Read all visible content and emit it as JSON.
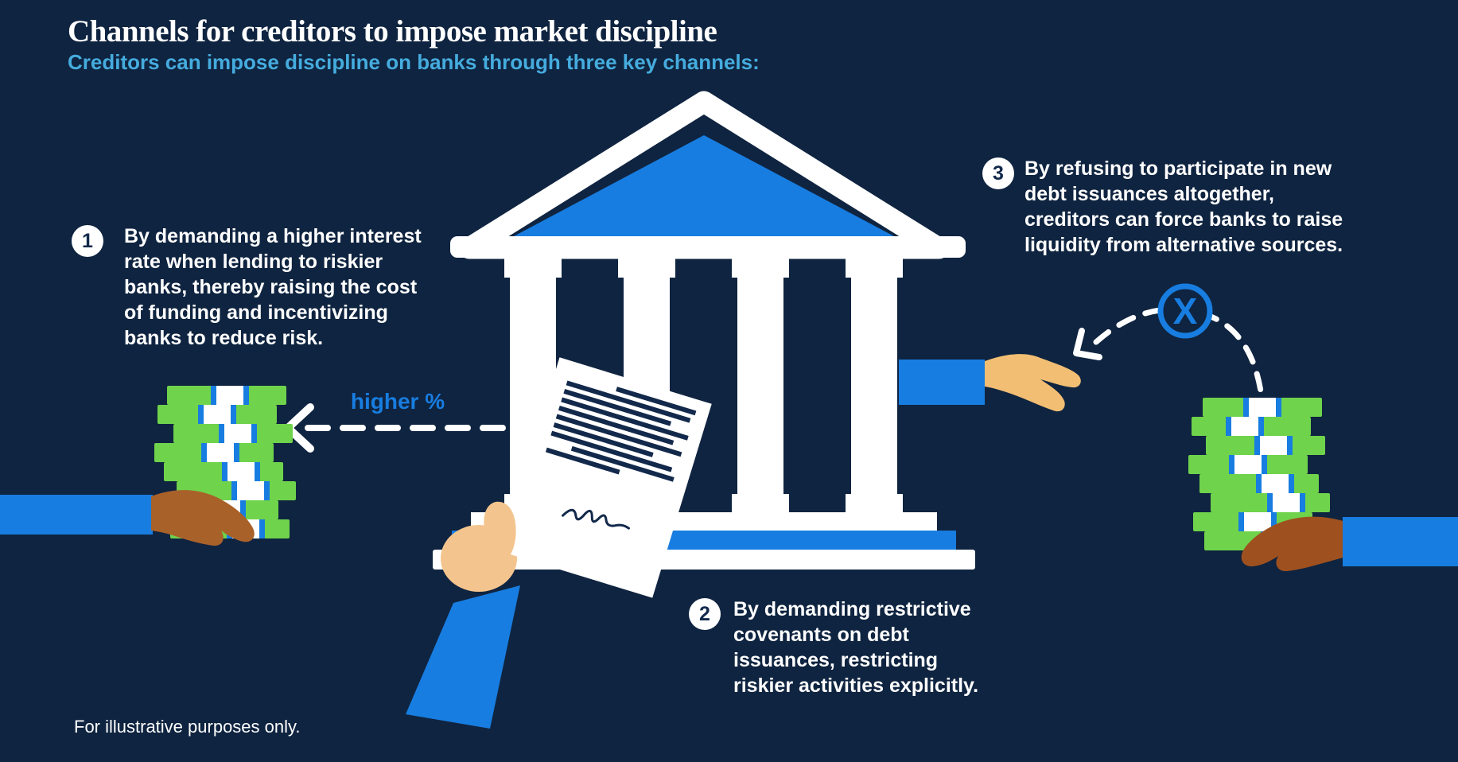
{
  "title": "Channels for creditors to impose market discipline",
  "subtitle": "Creditors can impose discipline on banks through three key channels:",
  "channels": [
    {
      "number": "1",
      "text": "By demanding a higher interest\nrate when lending to riskier\nbanks, thereby raising the cost\nof funding and incentivizing\nbanks to reduce risk."
    },
    {
      "number": "2",
      "text": "By demanding restrictive\ncovenants on debt\nissuances, restricting\nriskier activities explicitly."
    },
    {
      "number": "3",
      "text": "By refusing to participate in new\ndebt issuances altogether,\ncreditors can force banks to raise\nliquidity from alternative sources."
    }
  ],
  "labels": {
    "higher_rate": "higher %"
  },
  "footer": "For illustrative purposes only.",
  "icons": {
    "x_mark": "X"
  },
  "colors": {
    "bg": "#0F2440",
    "accent": "#187DE0",
    "subtitle_blue": "#45ACDE",
    "white": "#FFFFFF",
    "money_green": "#6FD34B",
    "ink": "#12294B",
    "skin_dark": "#A9612A",
    "skin_dark_2": "#9E511F",
    "skin_tan": "#F2BE73",
    "skin_light": "#F4C48E"
  }
}
